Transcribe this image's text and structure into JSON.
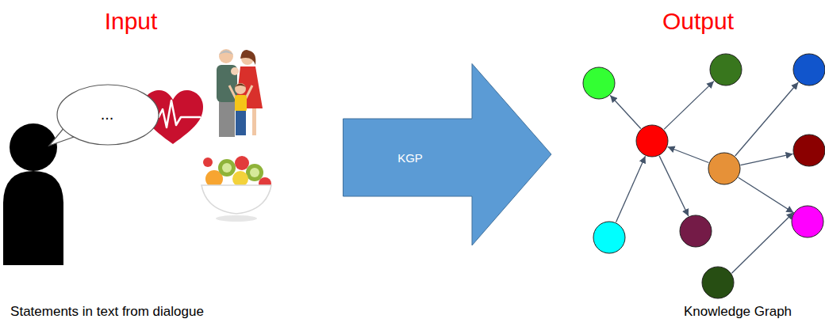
{
  "diagram": {
    "nodes": [
      {
        "text": [
          "..."
        ]
      },
      {
        "text": [
          "KGP"
        ]
      }
    ],
    "labels": [
      "Input",
      "Output",
      "Statements in text from dialogue",
      "Knowledge Graph"
    ]
  }
}
